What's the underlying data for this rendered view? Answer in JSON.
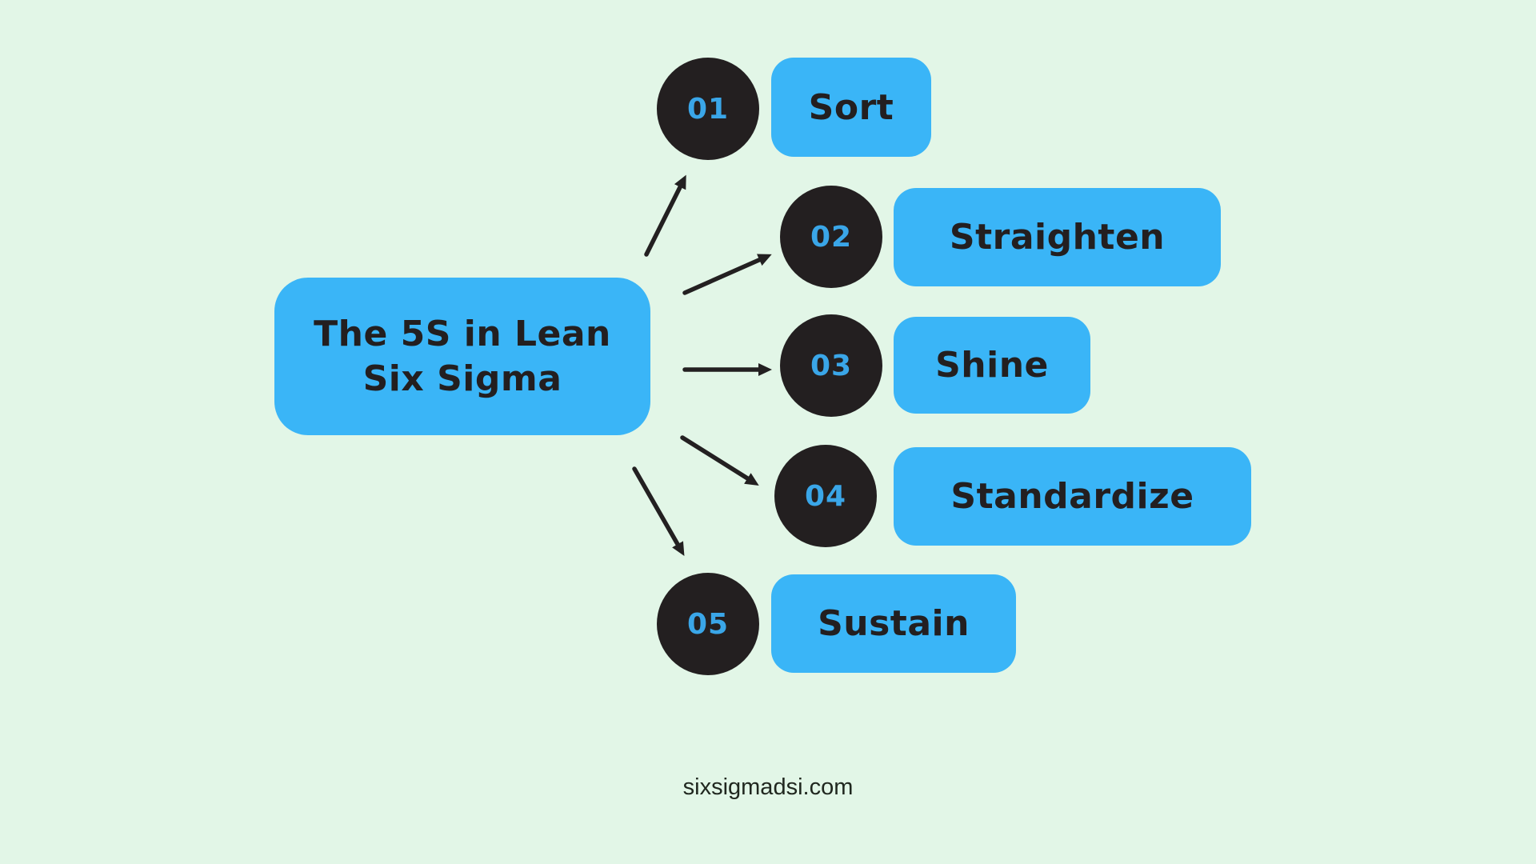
{
  "diagram": {
    "title_line1": "The 5S in Lean",
    "title_line2": "Six Sigma",
    "steps": [
      {
        "number": "01",
        "label": "Sort"
      },
      {
        "number": "02",
        "label": "Straighten"
      },
      {
        "number": "03",
        "label": "Shine"
      },
      {
        "number": "04",
        "label": "Standardize"
      },
      {
        "number": "05",
        "label": "Sustain"
      }
    ],
    "footer": "sixsigmadsi.com",
    "colors": {
      "background": "#e2f6e7",
      "accent_blue": "#3ab5f7",
      "dark": "#231f20",
      "number_blue": "#3aa6e8",
      "arrow": "#232021"
    }
  }
}
